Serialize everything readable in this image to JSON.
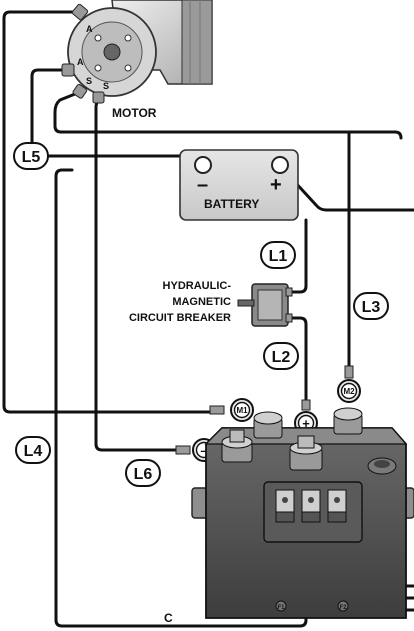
{
  "labels": {
    "motor": "MOTOR",
    "battery": "BATTERY",
    "battery_neg": "–",
    "battery_pos": "+",
    "breaker_line1": "HYDRAULIC-",
    "breaker_line2": "MAGNETIC",
    "breaker_line3": "CIRCUIT BREAKER",
    "c": "C"
  },
  "lines": {
    "l1": "L1",
    "l2": "L2",
    "l3": "L3",
    "l4": "L4",
    "l5": "L5",
    "l6": "L6"
  },
  "motor_terminals": {
    "a_top": "A",
    "a_left": "A",
    "s_left": "S",
    "s_right": "S"
  },
  "solenoid_terminals": {
    "m1": "M1",
    "m2": "M2",
    "plus": "+",
    "minus": "–"
  },
  "solenoid_coil_marks": {
    "left": "F1",
    "right": "F2"
  },
  "colors": {
    "wire": "#111111",
    "metal_light": "#d9d9d9",
    "metal_mid": "#b5b5b5",
    "metal_dark": "#7a7a7a",
    "body_dark": "#4a4a4a",
    "background": "#ffffff"
  }
}
